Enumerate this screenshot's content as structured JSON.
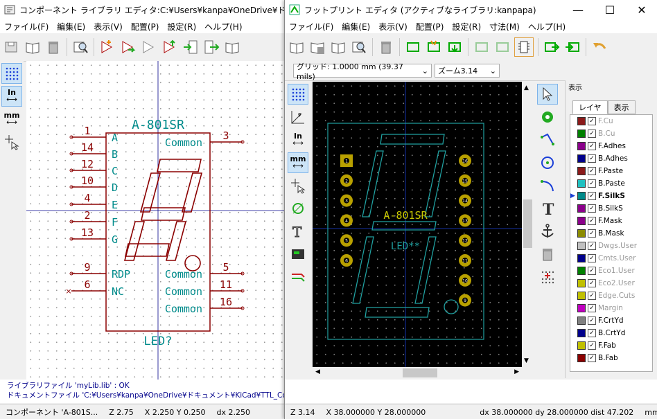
{
  "left": {
    "title": "コンポーネント ライブラリ エディタ:C:¥Users¥kanpa¥OneDrive¥ドキュメント¥KiCad¥TTL_Counter¥",
    "menu": [
      "ファイル(F)",
      "編集(E)",
      "表示(V)",
      "配置(P)",
      "設定(R)",
      "ヘルプ(H)"
    ],
    "side_tools": {
      "units_in": "In",
      "units_mm": "mm"
    },
    "symbol": {
      "ref": "A-801SR",
      "value": "LED?",
      "left_pins": [
        {
          "num": "1",
          "name": "A"
        },
        {
          "num": "14",
          "name": "B"
        },
        {
          "num": "12",
          "name": "C"
        },
        {
          "num": "10",
          "name": "D"
        },
        {
          "num": "4",
          "name": "E"
        },
        {
          "num": "2",
          "name": "F"
        },
        {
          "num": "13",
          "name": "G"
        },
        {
          "num": "9",
          "name": "RDP"
        },
        {
          "num": "6",
          "name": "NC"
        }
      ],
      "right_pins": [
        {
          "num": "3",
          "name": "Common"
        },
        {
          "num": "5",
          "name": "Common"
        },
        {
          "num": "11",
          "name": "Common"
        },
        {
          "num": "16",
          "name": "Common"
        }
      ]
    },
    "messages": [
      "ライブラリファイル 'myLib.lib' : OK",
      "ドキュメントファイル 'C:¥Users¥kanpa¥OneDrive¥ドキュメント¥KiCad¥TTL_Counter¥"
    ],
    "status": {
      "component": "コンポーネント 'A-801S...",
      "zoom": "Z 2.75",
      "xy": "X 2.250  Y 0.250",
      "dx": "dx 2.250"
    }
  },
  "right": {
    "title": "フットプリント エディタ (アクティブなライブラリ:kanpapa)",
    "menu": [
      "ファイル(F)",
      "編集(E)",
      "表示(V)",
      "配置(P)",
      "設定(R)",
      "寸法(M)",
      "ヘルプ(H)"
    ],
    "grid_label": "グリッド: 1.0000 mm (39.37 mils)",
    "zoom_label": "ズーム3.14",
    "side_tools": {
      "units_in": "In",
      "units_mm": "mm"
    },
    "footprint": {
      "ref": "A-801SR",
      "value": "LED**",
      "pads_left": [
        "1",
        "2",
        "3",
        "4",
        "5",
        "6"
      ],
      "pads_right": [
        "16",
        "15",
        "14",
        "13",
        "12",
        "11",
        "10",
        "9"
      ]
    },
    "layers_panel": {
      "header": "表示",
      "tabs": [
        "レイヤ",
        "表示"
      ],
      "active_layer": "F.SilkS",
      "layers": [
        {
          "name": "F.Cu",
          "color": "#8b1a1a",
          "checked": true
        },
        {
          "name": "B.Cu",
          "color": "#008000",
          "checked": true
        },
        {
          "name": "F.Adhes",
          "color": "#8b008b",
          "checked": true
        },
        {
          "name": "B.Adhes",
          "color": "#00008b",
          "checked": true
        },
        {
          "name": "F.Paste",
          "color": "#8b1a1a",
          "checked": true
        },
        {
          "name": "B.Paste",
          "color": "#20c0c0",
          "checked": true
        },
        {
          "name": "F.SilkS",
          "color": "#008b8b",
          "checked": true
        },
        {
          "name": "B.SilkS",
          "color": "#8b008b",
          "checked": true
        },
        {
          "name": "F.Mask",
          "color": "#8b008b",
          "checked": true
        },
        {
          "name": "B.Mask",
          "color": "#8b8b00",
          "checked": true
        },
        {
          "name": "Dwgs.User",
          "color": "#c0c0c0",
          "checked": true
        },
        {
          "name": "Cmts.User",
          "color": "#00008b",
          "checked": true
        },
        {
          "name": "Eco1.User",
          "color": "#008000",
          "checked": true
        },
        {
          "name": "Eco2.User",
          "color": "#c0c000",
          "checked": true
        },
        {
          "name": "Edge.Cuts",
          "color": "#c0c000",
          "checked": true
        },
        {
          "name": "Margin",
          "color": "#c000c0",
          "checked": true
        },
        {
          "name": "F.CrtYd",
          "color": "#808080",
          "checked": true
        },
        {
          "name": "B.CrtYd",
          "color": "#00008b",
          "checked": true
        },
        {
          "name": "F.Fab",
          "color": "#c0c000",
          "checked": true
        },
        {
          "name": "B.Fab",
          "color": "#8b0000",
          "checked": true
        }
      ]
    },
    "status": {
      "zoom": "Z 3.14",
      "xy": "X 38.000000  Y 28.000000",
      "dxy": "dx 38.000000  dy 28.000000  dist 47.202",
      "units": "mm"
    }
  },
  "colors": {
    "sch_body": "#8b0000",
    "sch_text": "#008b8b",
    "pin_line": "#8b0000",
    "silk": "#20a0a0",
    "fab": "#c0c000",
    "crosshair": "#00008b"
  }
}
